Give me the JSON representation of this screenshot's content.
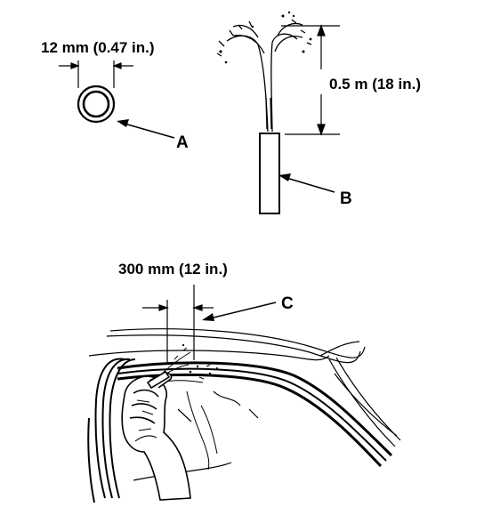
{
  "labels": {
    "hose_diameter": "12 mm (0.47 in.)",
    "water_height": "0.5 m (18 in.)",
    "spray_distance": "300 mm (12 in.)",
    "callout_a": "A",
    "callout_b": "B",
    "callout_c": "C"
  }
}
